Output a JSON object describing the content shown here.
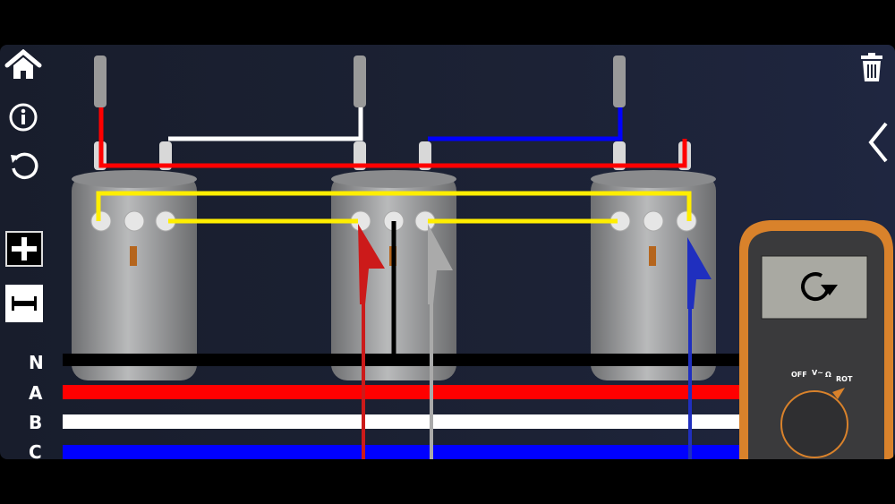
{
  "toolbar": {
    "home": "home-icon",
    "info": "info-icon",
    "reset": "reset-icon",
    "zoom_in": "plus-icon",
    "zoom_out": "minus-icon",
    "delete": "trash-icon",
    "collapse": "chevron-left-icon"
  },
  "phases": [
    {
      "label": "N",
      "color": "#000000"
    },
    {
      "label": "A",
      "color": "#ff0000"
    },
    {
      "label": "B",
      "color": "#ffffff"
    },
    {
      "label": "C",
      "color": "#0000ff"
    }
  ],
  "meter": {
    "dial_labels": {
      "off": "OFF",
      "volts": "V~",
      "ohms": "Ω",
      "rotation": "ROT"
    },
    "display_icon": "rotation-icon",
    "selected": "ROT",
    "body_color": "#d9822b"
  }
}
